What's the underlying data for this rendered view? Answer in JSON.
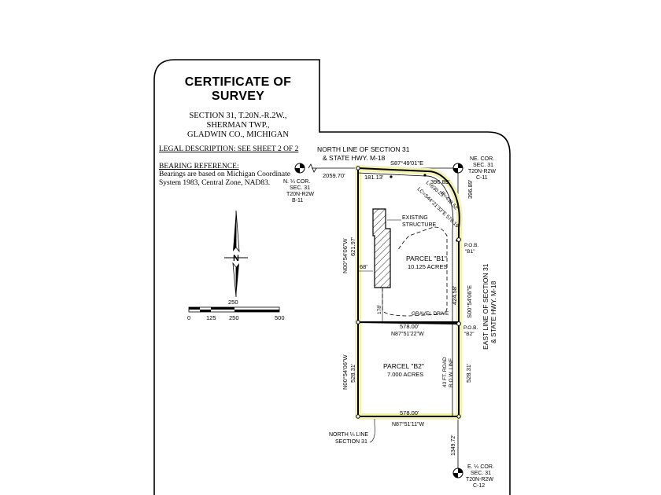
{
  "header": {
    "title": "CERTIFICATE OF SURVEY",
    "location_lines": [
      "SECTION 31, T.20N.-R.2W.,",
      "SHERMAN TWP.,",
      "GLADWIN CO., MICHIGAN"
    ],
    "legal_description": "LEGAL DESCRIPTION: SEE SHEET 2 OF 2",
    "bearing_reference_title": "BEARING REFERENCE:",
    "bearing_reference_lines": [
      "Bearings are based on Michigan Coordinate",
      "System 1983, Central Zone, NAD83."
    ]
  },
  "section_lines": {
    "north_line": [
      "NORTH LINE OF SECTION 31",
      "& STATE HWY. M-18"
    ],
    "east_line": [
      "EAST LINE OF SECTION 31",
      "& STATE HWY. M-18"
    ],
    "north_quarter_line": [
      "NORTH ¼ LINE",
      "SECTION 31"
    ]
  },
  "corners": {
    "n_quarter": [
      "N. ¼ COR.",
      "SEC. 31",
      "T20N-R2W",
      "B-11"
    ],
    "ne": [
      "NE. COR.",
      "SEC. 31",
      "T20N-R2W",
      "C-11"
    ],
    "e_quarter": [
      "E. ¼ COR.",
      "SEC. 31",
      "T20N-R2W",
      "C-12"
    ]
  },
  "dimensions": {
    "north_bearing": "S87°49'01\"E",
    "d_2059": "2059.70'",
    "d_181": "181.13'",
    "d_396_top": "396.89'",
    "d_396_east": "396.89'",
    "curve_l": "L=630.25'",
    "curve_r": "R=438.52'",
    "curve_lc": "LC=S44°21'33\"E  576.19'",
    "west_b1_bearing": "N00°54'06\"W",
    "west_b1_dist": "621.97'",
    "d_68": "68'",
    "d_178": "178'",
    "east_b1_dist": "424.58'",
    "east_bearing": "S00°54'06\"E",
    "mid_dist": "578.00'",
    "mid_bearing": "N87°51'22\"W",
    "west_b2_bearing": "N00°54'06\"W",
    "west_b2_dist": "528.31'",
    "row_label": [
      "43 FT. ROAD",
      "R.O.W. LINE"
    ],
    "east_b2_dist": "528.31'",
    "south_dist": "578.00'",
    "south_bearing": "N87°51'11\"W",
    "d_1349": "1349.72'"
  },
  "features": {
    "existing_structure": [
      "EXISTING",
      "STRUCTURE"
    ],
    "gravel_drive": "GRAVEL DRIVE"
  },
  "points": {
    "pob_b1": [
      "P.O.B.",
      "\"B1\""
    ],
    "pob_b2": [
      "P.O.B.",
      "\"B2\""
    ]
  },
  "parcels": {
    "b1": {
      "name": "PARCEL \"B1\"",
      "area": "10.125 ACRES"
    },
    "b2": {
      "name": "PARCEL \"B2\"",
      "area": "7.000 ACRES"
    }
  },
  "north_arrow": {
    "label": "N"
  },
  "scale_bar": {
    "label": "250",
    "ticks": [
      "0",
      "125",
      "250",
      "500"
    ]
  },
  "colors": {
    "highlight": "#f3f1b0",
    "line": "#000000"
  }
}
